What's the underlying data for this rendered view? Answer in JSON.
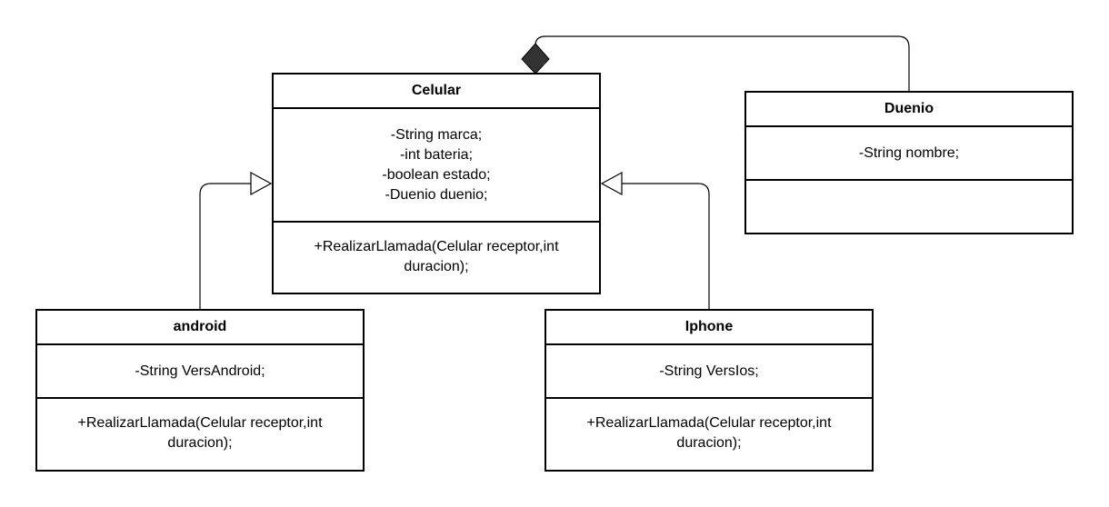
{
  "classes": {
    "celular": {
      "name": "Celular",
      "attributes": [
        "-String marca;",
        "-int bateria;",
        "-boolean estado;",
        "-Duenio duenio;"
      ],
      "operations": [
        "+RealizarLlamada(Celular receptor,int",
        "duracion);"
      ]
    },
    "duenio": {
      "name": "Duenio",
      "attributes": [
        "-String nombre;"
      ],
      "operations": []
    },
    "android": {
      "name": "android",
      "attributes": [
        "-String VersAndroid;"
      ],
      "operations": [
        "+RealizarLlamada(Celular receptor,int",
        "duracion);"
      ]
    },
    "iphone": {
      "name": "Iphone",
      "attributes": [
        "-String VersIos;"
      ],
      "operations": [
        "+RealizarLlamada(Celular receptor,int",
        "duracion);"
      ]
    }
  },
  "relations": [
    {
      "type": "composition",
      "whole": "Celular",
      "part": "Duenio"
    },
    {
      "type": "generalization",
      "child": "android",
      "parent": "Celular"
    },
    {
      "type": "generalization",
      "child": "Iphone",
      "parent": "Celular"
    }
  ]
}
